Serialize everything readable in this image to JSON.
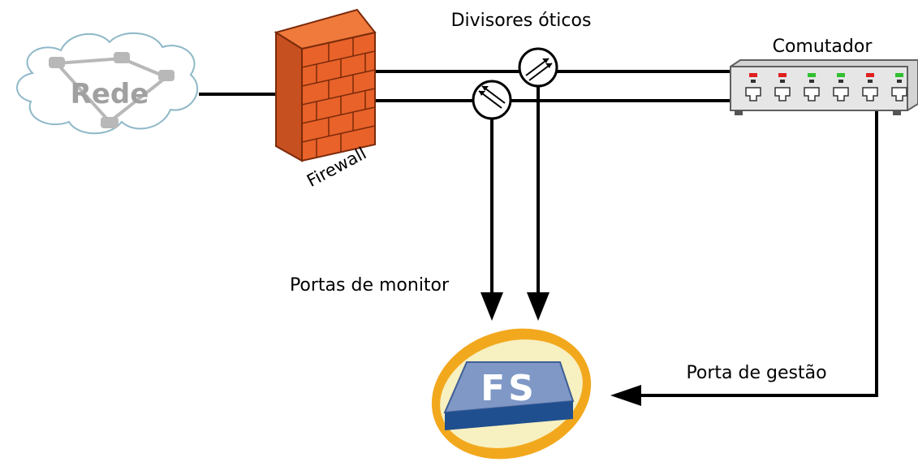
{
  "labels": {
    "cloud": "Rede",
    "firewall": "Firewall",
    "splitters": "Divisores óticos",
    "switch": "Comutador",
    "monitor_ports": "Portas de monitor",
    "management_port": "Porta de gestão",
    "appliance": "FS"
  },
  "switch_ports": [
    {
      "led_color": "#e02020"
    },
    {
      "led_color": "#e02020"
    },
    {
      "led_color": "#30c030"
    },
    {
      "led_color": "#30c030"
    },
    {
      "led_color": "#e02020"
    },
    {
      "led_color": "#30c030"
    }
  ],
  "colors": {
    "firewall": "#e8622a",
    "appliance_ring": "#f2a81d",
    "appliance_body": "#7f98c6",
    "appliance_base": "#1f4f8f",
    "cloud_stroke": "#8fb8c8"
  }
}
